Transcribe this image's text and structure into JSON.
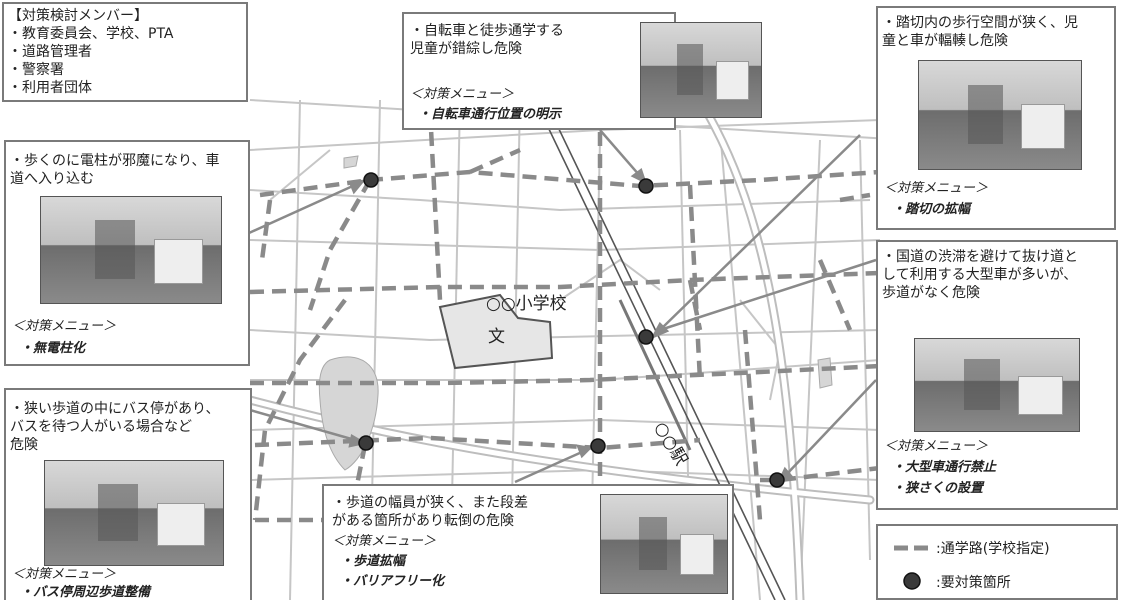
{
  "members": {
    "title": "【対策検討メンバー】",
    "items": [
      "・教育委員会、学校、PTA",
      "・道路管理者",
      "・警察署",
      "・利用者団体"
    ]
  },
  "callouts": {
    "bicycle": {
      "text": "・自転車と徒歩通学する\n児童が錯綜し危険",
      "menu_title": "＜対策メニュー＞",
      "menu_items": [
        "・自転車通行位置の明示"
      ]
    },
    "crossing": {
      "text": "・踏切内の歩行空間が狭く、児\n童と車が輻輳し危険",
      "menu_title": "＜対策メニュー＞",
      "menu_items": [
        "・踏切の拡幅"
      ]
    },
    "pole": {
      "text": "・歩くのに電柱が邪魔になり、車\n道へ入り込む",
      "menu_title": "＜対策メニュー＞",
      "menu_items": [
        "・無電柱化"
      ]
    },
    "truck": {
      "text": "・国道の渋滞を避けて抜け道と\nして利用する大型車が多いが、\n歩道がなく危険",
      "menu_title": "＜対策メニュー＞",
      "menu_items": [
        "・大型車通行禁止",
        "・狭さくの設置"
      ]
    },
    "bus": {
      "text": "・狭い歩道の中にバス停があり、\nバスを待つ人がいる場合など\n危険",
      "menu_title": "＜対策メニュー＞",
      "menu_items": [
        "・バス停周辺歩道整備"
      ]
    },
    "sidewalk": {
      "text": "・歩道の幅員が狭く、また段差\nがある箇所があり転倒の危険",
      "menu_title": "＜対策メニュー＞",
      "menu_items": [
        "・歩道拡幅",
        "・バリアフリー化"
      ]
    }
  },
  "map": {
    "school_label": "○○小学校",
    "school_symbol": "文",
    "station_label": "○○駅"
  },
  "legend": {
    "route_label": ":通学路(学校指定)",
    "point_label": ":要対策箇所"
  },
  "colors": {
    "route": "#8a8a8a",
    "point": "#3a3a3a",
    "border": "#7a7a7a"
  }
}
